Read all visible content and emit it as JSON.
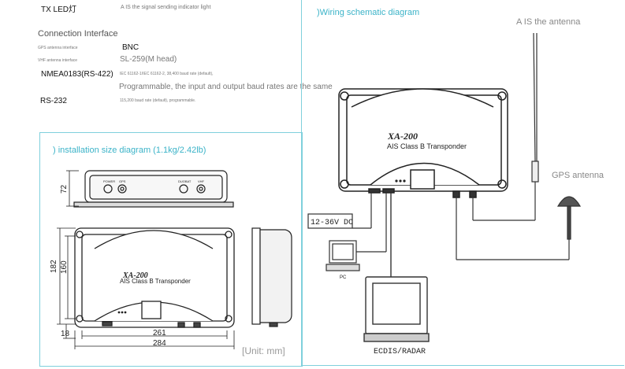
{
  "specs": {
    "tx_led": {
      "label": "TX LED灯",
      "value": "A IS the signal sending indicator light"
    },
    "connection_heading": "Connection Interface",
    "gps_interface": {
      "label": "GPS antenna interface",
      "value": "BNC"
    },
    "vhf_interface": {
      "label": "VHF antenna interface",
      "value": "SL-259(M head)"
    },
    "nmea": {
      "label": "NMEA0183(RS-422)",
      "value": "IEC 61162-1/IEC 61162-2, 38,400 baud rate (default),",
      "note": "Programmable, the input and output baud rates are the same"
    },
    "rs232": {
      "label": "RS-232",
      "value": "115,200 baud rate (default), programmable."
    }
  },
  "install_panel": {
    "title": ") installation size diagram (1.1kg/2.42lb)",
    "dims": {
      "height_top": "72",
      "h1": "182",
      "h2": "160",
      "w1": "261",
      "w2": "284",
      "base": "18"
    },
    "unit": "[Unit: mm]",
    "front_labels": {
      "power": "POWER",
      "gps": "GPS",
      "ais_vhf": "DUOBAT",
      "vhf": "VHF"
    }
  },
  "device": {
    "model": "XA-200",
    "subtitle": "AIS Class B Transponder"
  },
  "wiring_panel": {
    "title": "Wiring schematic diagram",
    "ais_antenna": "A IS the antenna",
    "gps_antenna": "GPS antenna",
    "power": "12-36V DC",
    "pc": "PC",
    "ecdis": "ECDIS/RADAR"
  }
}
